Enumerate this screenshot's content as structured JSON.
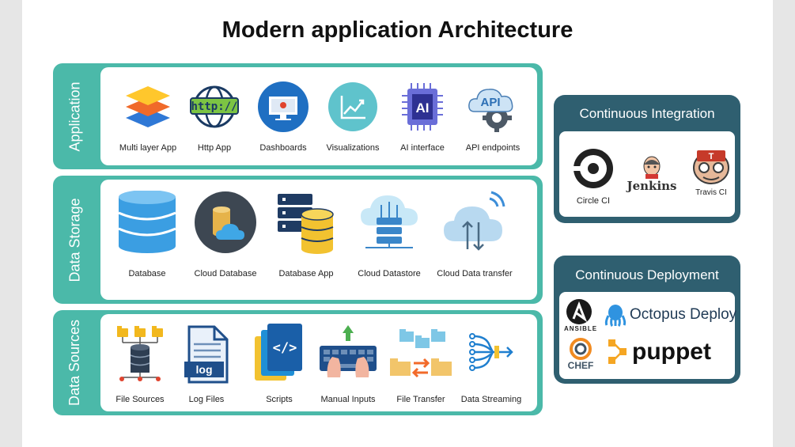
{
  "title": "Modern application Architecture",
  "sections": [
    {
      "label": "Application",
      "items": [
        "Multi layer App",
        "Http App",
        "Dashboards",
        "Visualizations",
        "AI interface",
        "API endpoints"
      ]
    },
    {
      "label": "Data Storage",
      "items": [
        "Database",
        "Cloud Database",
        "Database App",
        "Cloud Datastore",
        "Cloud Data transfer"
      ]
    },
    {
      "label": "Data Sources",
      "items": [
        "File Sources",
        "Log Files",
        "Scripts",
        "Manual Inputs",
        "File Transfer",
        "Data Streaming"
      ]
    }
  ],
  "icon_text": {
    "http": "http://",
    "ai": "AI",
    "api": "API",
    "log": "log",
    "scripts": "</>"
  },
  "ci": {
    "title": "Continuous Integration",
    "tools": [
      "Circle CI",
      "Jenkins",
      "Travis CI"
    ]
  },
  "cd": {
    "title": "Continuous Deployment",
    "tools": [
      "ANSIBLE",
      "Octopus Deploy",
      "CHEF",
      "puppet"
    ]
  },
  "colors": {
    "teal": "#4bb9a9",
    "navy": "#2f5f70",
    "blue": "#1e7fd0"
  }
}
